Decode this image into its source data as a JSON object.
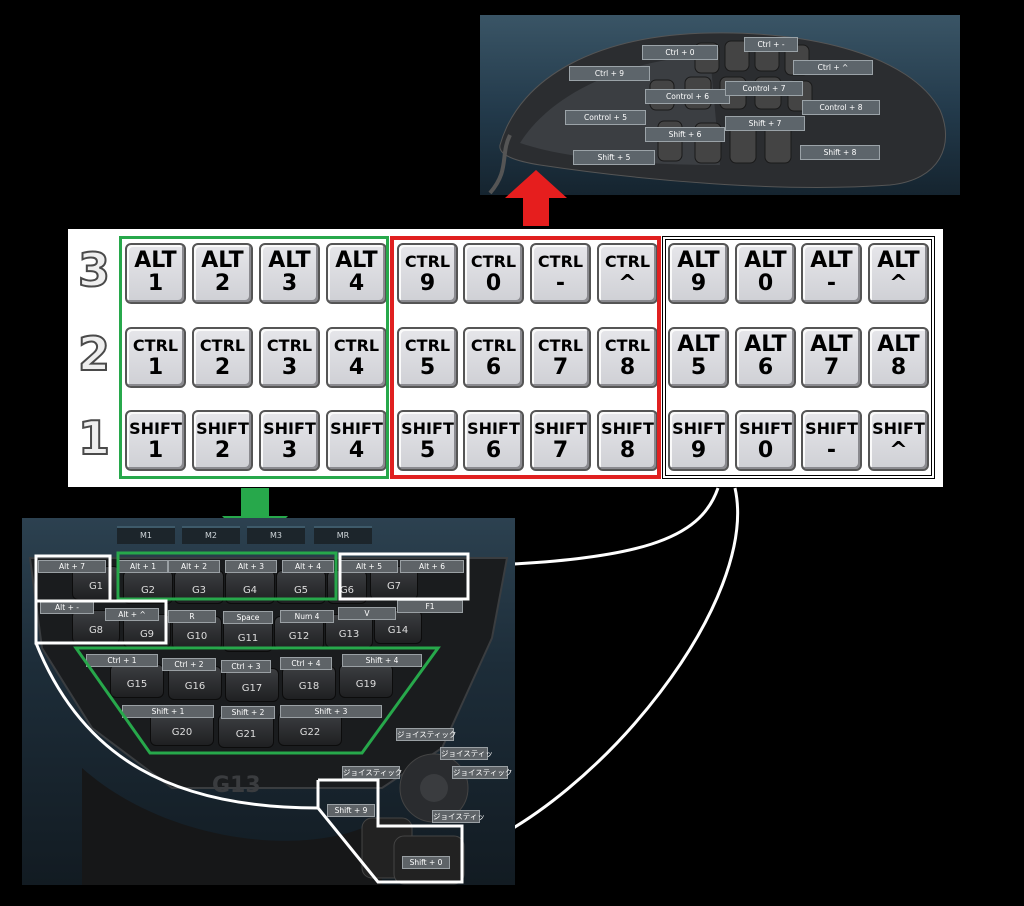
{
  "mouse": {
    "labels": [
      "Ctrl + -",
      "Ctrl + 0",
      "Ctrl + 9",
      "Ctrl + ^",
      "Control + 6",
      "Control + 7",
      "Control + 8",
      "Control + 5",
      "Shift + 6",
      "Shift + 7",
      "Shift + 5",
      "Shift + 8"
    ]
  },
  "table": {
    "row_numbers": [
      "3",
      "2",
      "1"
    ],
    "rows": [
      [
        [
          "ALT",
          "1"
        ],
        [
          "ALT",
          "2"
        ],
        [
          "ALT",
          "3"
        ],
        [
          "ALT",
          "4"
        ],
        [
          "CTRL",
          "9"
        ],
        [
          "CTRL",
          "0"
        ],
        [
          "CTRL",
          "-"
        ],
        [
          "CTRL",
          "^"
        ],
        [
          "ALT",
          "9"
        ],
        [
          "ALT",
          "0"
        ],
        [
          "ALT",
          "-"
        ],
        [
          "ALT",
          "^"
        ]
      ],
      [
        [
          "CTRL",
          "1"
        ],
        [
          "CTRL",
          "2"
        ],
        [
          "CTRL",
          "3"
        ],
        [
          "CTRL",
          "4"
        ],
        [
          "CTRL",
          "5"
        ],
        [
          "CTRL",
          "6"
        ],
        [
          "CTRL",
          "7"
        ],
        [
          "CTRL",
          "8"
        ],
        [
          "ALT",
          "5"
        ],
        [
          "ALT",
          "6"
        ],
        [
          "ALT",
          "7"
        ],
        [
          "ALT",
          "8"
        ]
      ],
      [
        [
          "SHIFT",
          "1"
        ],
        [
          "SHIFT",
          "2"
        ],
        [
          "SHIFT",
          "3"
        ],
        [
          "SHIFT",
          "4"
        ],
        [
          "SHIFT",
          "5"
        ],
        [
          "SHIFT",
          "6"
        ],
        [
          "SHIFT",
          "7"
        ],
        [
          "SHIFT",
          "8"
        ],
        [
          "SHIFT",
          "9"
        ],
        [
          "SHIFT",
          "0"
        ],
        [
          "SHIFT",
          "-"
        ],
        [
          "SHIFT",
          "^"
        ]
      ]
    ]
  },
  "keyboard": {
    "m_tabs": [
      "M1",
      "M2",
      "M3",
      "MR"
    ],
    "keys": [
      "G1",
      "G2",
      "G3",
      "G4",
      "G5",
      "G6",
      "G7",
      "G8",
      "G9",
      "G10",
      "G11",
      "G12",
      "G13",
      "G14",
      "G15",
      "G16",
      "G17",
      "G18",
      "G19",
      "G20",
      "G21",
      "G22"
    ],
    "labels": [
      "Alt + 7",
      "Alt + 1",
      "Alt + 2",
      "Alt + 3",
      "Alt + 4",
      "Alt + 5",
      "Alt + 6",
      "Alt + -",
      "Alt + ^",
      "R",
      "Space",
      "Num 4",
      "V",
      "F1",
      "Ctrl + 1",
      "Ctrl + 2",
      "Ctrl + 3",
      "Ctrl + 4",
      "Shift + 4",
      "Shift + 1",
      "Shift + 2",
      "Shift + 3",
      "ジョイスティック",
      "ジョイスティッ",
      "ジョイスティック",
      "ジョイスティック",
      "ジョイスティッ",
      "Shift + 9",
      "Shift + 0"
    ],
    "brand": "G13"
  },
  "colors": {
    "green": "#27a84b",
    "red": "#e02020",
    "white": "#ffffff"
  }
}
